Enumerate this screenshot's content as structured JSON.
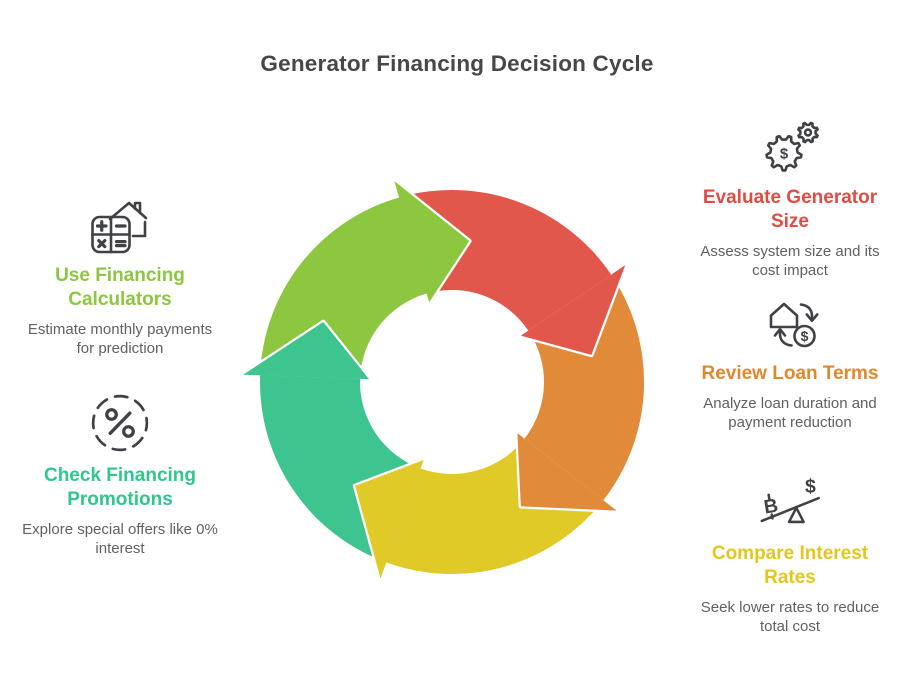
{
  "page": {
    "title": "Generator Financing Decision Cycle",
    "title_color": "#474747",
    "background": "#ffffff",
    "body_text_color": "#5F6164",
    "icon_stroke_color": "#3F4145"
  },
  "cycle": {
    "type": "circular-arrow-cycle",
    "direction": "clockwise",
    "outline_color": "#ffffff",
    "segments": [
      {
        "name": "green",
        "color": "#8DC63F",
        "start_angle": 182
      },
      {
        "name": "red",
        "color": "#E2574C",
        "start_angle": 254
      },
      {
        "name": "orange",
        "color": "#E08A3A",
        "start_angle": 326
      },
      {
        "name": "yellow",
        "color": "#E0CA28",
        "start_angle": 38
      },
      {
        "name": "teal",
        "color": "#3EC48E",
        "start_angle": 110
      }
    ]
  },
  "sections": {
    "left": [
      {
        "icon": "calculator-house-icon",
        "title": "Use Financing Calculators",
        "description": "Estimate monthly payments for prediction",
        "color": "#8DC63F"
      },
      {
        "icon": "percent-circle-icon",
        "title": "Check Financing Promotions",
        "description": "Explore special offers like 0% interest",
        "color": "#2FC78B"
      }
    ],
    "right": [
      {
        "icon": "gears-dollar-icon",
        "title": "Evaluate Generator Size",
        "description": "Assess system size and its cost impact",
        "color": "#E24B44"
      },
      {
        "icon": "house-dollar-exchange-icon",
        "title": "Review Loan Terms",
        "description": "Analyze loan duration and payment reduction",
        "color": "#E2882C"
      },
      {
        "icon": "balance-scale-icon",
        "title": "Compare Interest Rates",
        "description": "Seek lower rates to reduce total cost",
        "color": "#E2C71D"
      }
    ]
  },
  "icons": {
    "gear_symbol": "$",
    "coin_symbol": "$",
    "balance_left_symbol": "B",
    "balance_right_symbol": "$"
  }
}
